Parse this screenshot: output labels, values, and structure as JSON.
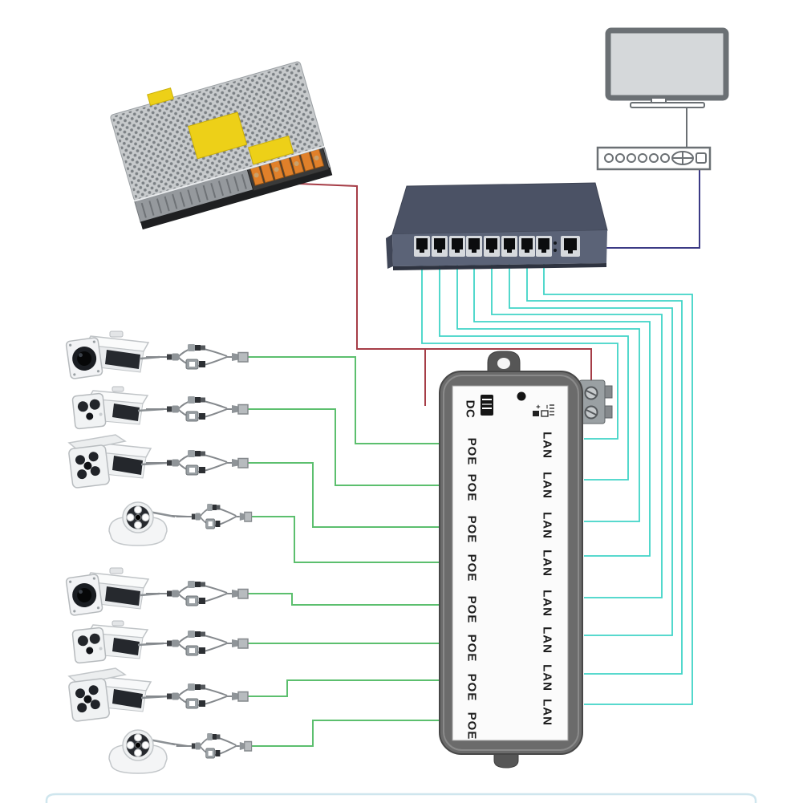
{
  "diagram": {
    "injector": {
      "dc_label": "DC",
      "polarity_plus": "+",
      "polarity_minus": "−",
      "poe_labels": [
        "POE",
        "POE",
        "POE",
        "POE",
        "POE",
        "POE",
        "POE",
        "POE"
      ],
      "lan_labels": [
        "LAN",
        "LAN",
        "LAN",
        "LAN",
        "LAN",
        "LAN",
        "LAN",
        "LAN"
      ]
    },
    "colors": {
      "power_wire": "#a63d47",
      "lan_wire": "#40d4c7",
      "poe_wire": "#5cbf6e",
      "uplink_wire": "#3b3a85",
      "video_cable": "#6b7074",
      "injector_body": "#6b6b6b",
      "switch_body": "#5b6377",
      "psu_label_yellow": "#edd018",
      "psu_terminal_orange": "#e0802a"
    }
  }
}
